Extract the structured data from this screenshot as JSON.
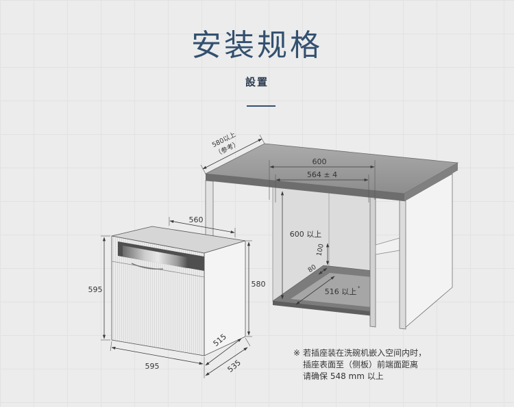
{
  "header": {
    "title": "安装规格",
    "subtitle": "設置"
  },
  "diagram": {
    "countertop_depth": "580以上",
    "countertop_depth_ref": "（参考）",
    "opening_width": "600",
    "opening_inner_width": "564 ± 4",
    "opening_height": "600 以上",
    "toe_height": "100",
    "toe_depth": "80",
    "opening_depth": "516 以上",
    "opening_depth_mark": "*",
    "dishwasher_top": "560",
    "dishwasher_height_front": "595",
    "dishwasher_height_back": "580",
    "dishwasher_width": "595",
    "dishwasher_depth_inner": "515",
    "dishwasher_depth": "535"
  },
  "note": {
    "mark": "※",
    "lines": [
      "若插座装在洗碗机嵌入空间内时，",
      "插座表面至（侧板）前端面距离",
      "请确保 548 mm 以上"
    ]
  },
  "colors": {
    "title": "#33506f",
    "background": "#ececec",
    "countertop": "#9b9b9b"
  }
}
